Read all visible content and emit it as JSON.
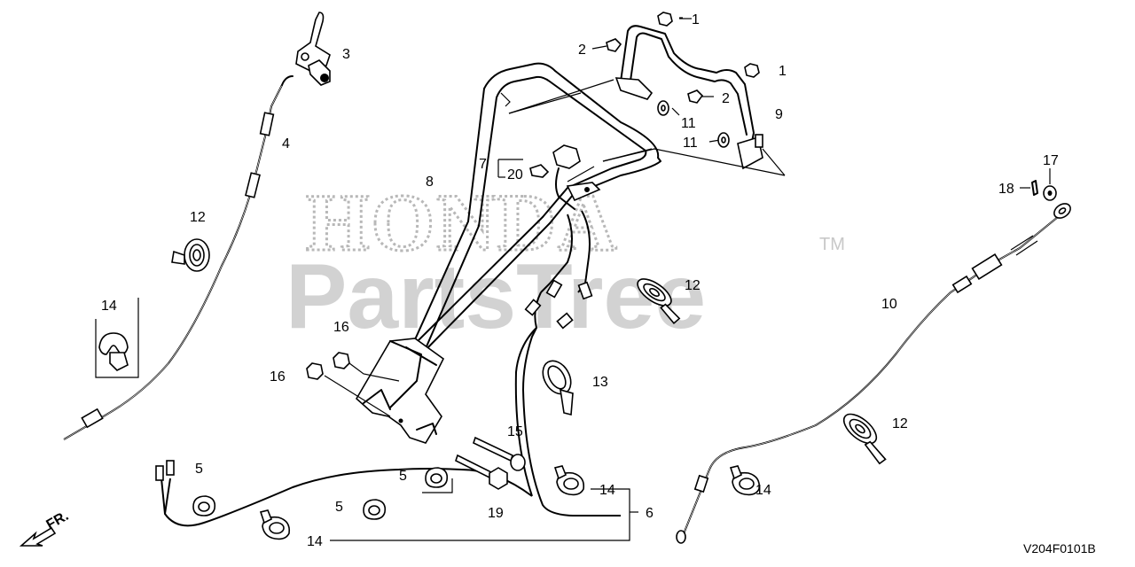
{
  "diagram": {
    "watermark": {
      "brand": "HONDA",
      "name": "PartsTree",
      "mark": "TM"
    },
    "direction_label": "FR.",
    "figure_code": "V204F0101B",
    "callouts": [
      {
        "id": "c1a",
        "label": "1"
      },
      {
        "id": "c1b",
        "label": "1"
      },
      {
        "id": "c2a",
        "label": "2"
      },
      {
        "id": "c2b",
        "label": "2"
      },
      {
        "id": "c3",
        "label": "3"
      },
      {
        "id": "c4",
        "label": "4"
      },
      {
        "id": "c5a",
        "label": "5"
      },
      {
        "id": "c5b",
        "label": "5"
      },
      {
        "id": "c5c",
        "label": "5"
      },
      {
        "id": "c6",
        "label": "6"
      },
      {
        "id": "c7",
        "label": "7"
      },
      {
        "id": "c8",
        "label": "8"
      },
      {
        "id": "c9",
        "label": "9"
      },
      {
        "id": "c10",
        "label": "10"
      },
      {
        "id": "c11a",
        "label": "11"
      },
      {
        "id": "c11b",
        "label": "11"
      },
      {
        "id": "c12a",
        "label": "12"
      },
      {
        "id": "c12b",
        "label": "12"
      },
      {
        "id": "c12c",
        "label": "12"
      },
      {
        "id": "c13",
        "label": "13"
      },
      {
        "id": "c14a",
        "label": "14"
      },
      {
        "id": "c14b",
        "label": "14"
      },
      {
        "id": "c14c",
        "label": "14"
      },
      {
        "id": "c14d",
        "label": "14"
      },
      {
        "id": "c15",
        "label": "15"
      },
      {
        "id": "c16a",
        "label": "16"
      },
      {
        "id": "c16b",
        "label": "16"
      },
      {
        "id": "c17",
        "label": "17"
      },
      {
        "id": "c18",
        "label": "18"
      },
      {
        "id": "c19",
        "label": "19"
      },
      {
        "id": "c20",
        "label": "20"
      }
    ]
  }
}
